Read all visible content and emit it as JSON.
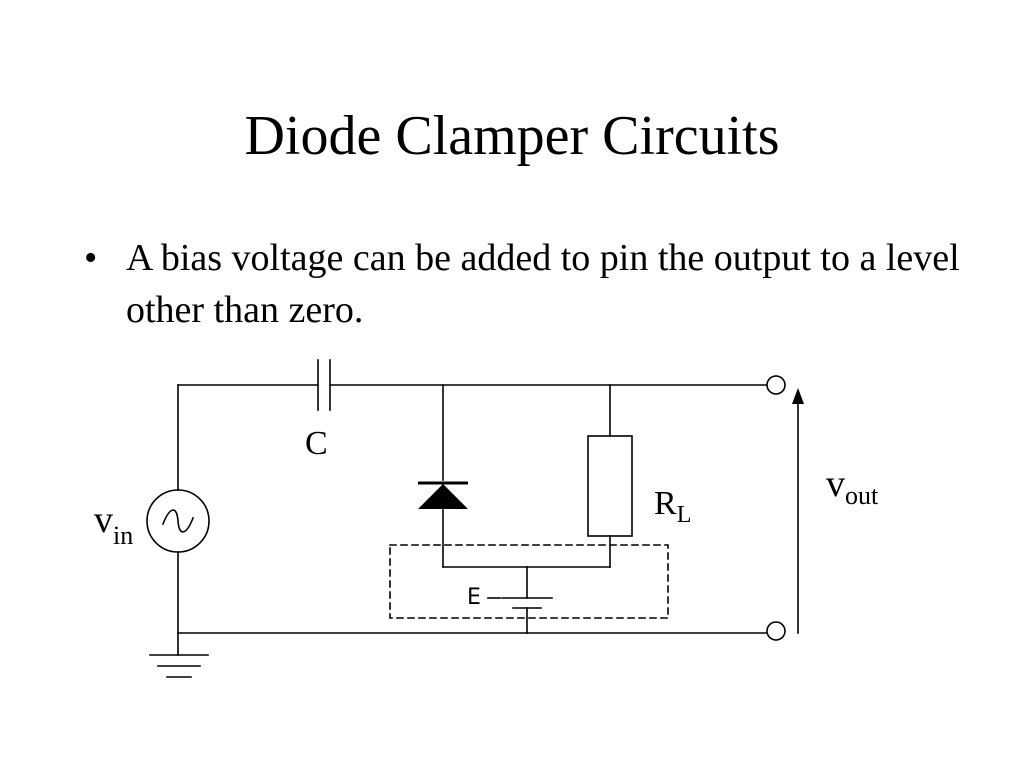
{
  "slide": {
    "title": "Diode Clamper Circuits",
    "bullets": [
      {
        "marker": "•",
        "text": "A bias voltage can  be added to pin the output to a level other than zero."
      }
    ]
  },
  "diagram": {
    "labels": {
      "capacitor": "C",
      "load_resistor_main": "R",
      "load_resistor_sub": "L",
      "input_main": "v",
      "input_sub": "in",
      "output_main": "v",
      "output_sub": "out",
      "bias_source": "E"
    }
  }
}
